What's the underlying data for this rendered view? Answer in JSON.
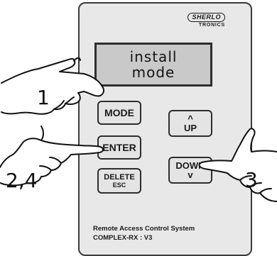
{
  "brand": {
    "logo": "SHERLO",
    "sub": "TRONICS"
  },
  "display": {
    "line1": "install",
    "line2": "mode"
  },
  "keys": {
    "mode": "MODE",
    "enter": "ENTER",
    "delete": "DELETE",
    "esc": "ESC",
    "up_arrow": "^",
    "up": "UP",
    "down": "DOWN",
    "down_arrow": "v"
  },
  "footer": {
    "line1": "Remote Access Control System",
    "line2": "COMPLEX-RX : V3"
  },
  "callouts": {
    "one": "1",
    "two_four": "2,4",
    "three": "3"
  },
  "colors": {
    "panel": "#e8e8e8",
    "lcd": "#c9c9c9",
    "outline": "#2e2e2e"
  }
}
